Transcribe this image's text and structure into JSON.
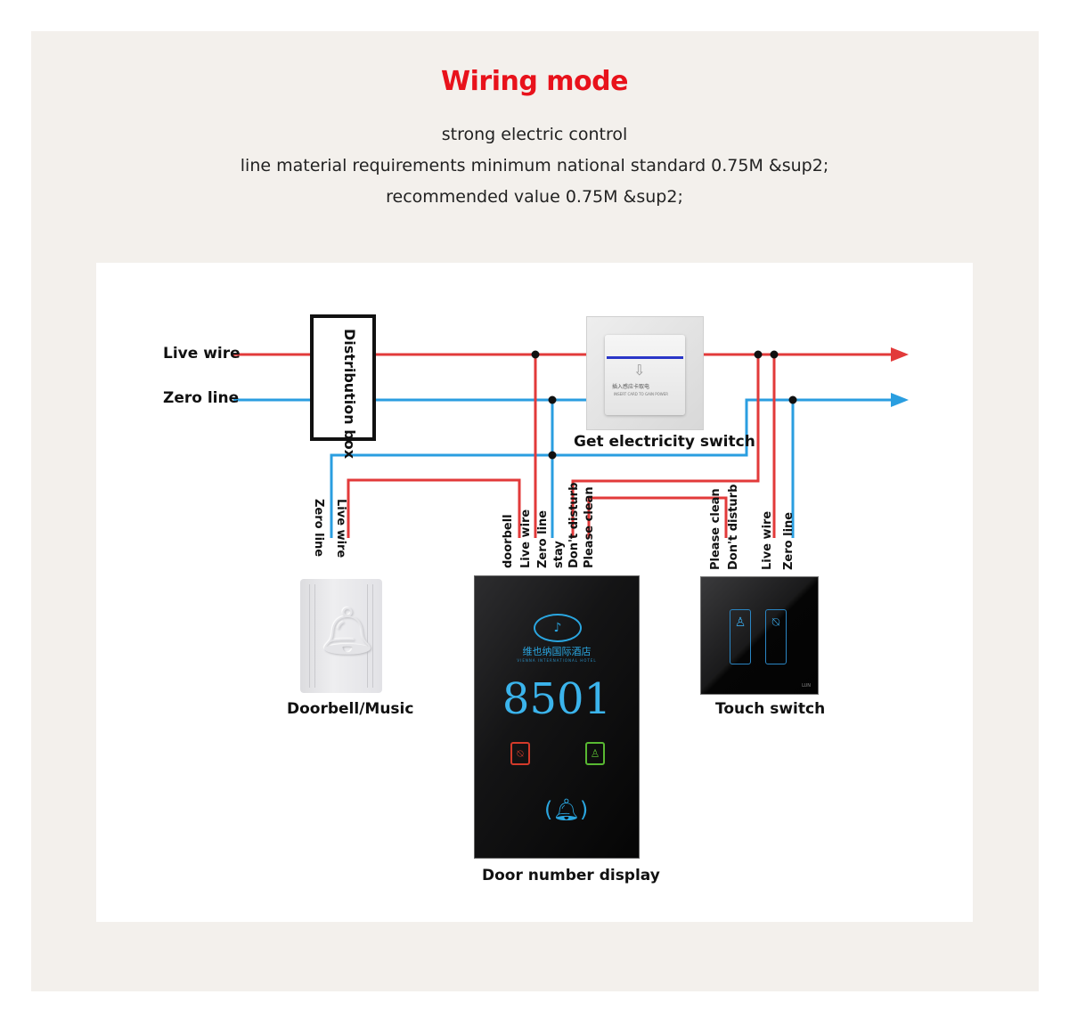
{
  "header": {
    "title": "Wiring mode",
    "lines": [
      "strong electric control",
      "line material requirements minimum national standard 0.75M &sup2;",
      "recommended value 0.75M &sup2;"
    ]
  },
  "colors": {
    "title": "#e8121b",
    "live_wire": "#e23a3a",
    "zero_line": "#2a9ee0",
    "junction": "#111111",
    "panel_bg": "#f3f0ec"
  },
  "diagram": {
    "mains": {
      "live_label": "Live wire",
      "zero_label": "Zero line"
    },
    "distribution_box": {
      "label": "Distribution box"
    },
    "get_electricity_switch": {
      "label": "Get electricity switch",
      "device_text_cn": "插入感应卡取电",
      "device_text_en": "INSERT CARD TO GAIN POWER",
      "icon": "arrow-down-icon"
    },
    "doorbell": {
      "label": "Doorbell/Music",
      "terminals": [
        "Zero line",
        "Live wire"
      ],
      "icon": "bell-icon"
    },
    "door_display": {
      "label": "Door number display",
      "terminals": [
        "doorbell",
        "Live wire",
        "Zero line",
        "stay",
        "Don't disturb",
        "Please clean"
      ],
      "hotel_name_cn": "维也纳国际酒店",
      "hotel_name_en": "VIENNA INTERNATIONAL HOTEL",
      "room_number": "8501",
      "buttons": [
        "do-not-disturb-icon",
        "please-clean-icon",
        "doorbell-icon"
      ]
    },
    "touch_switch": {
      "label": "Touch switch",
      "terminals": [
        "Please clean",
        "Don't disturb",
        "Live wire",
        "Zero line"
      ],
      "buttons": [
        "please-clean-icon",
        "do-not-disturb-icon"
      ]
    }
  }
}
